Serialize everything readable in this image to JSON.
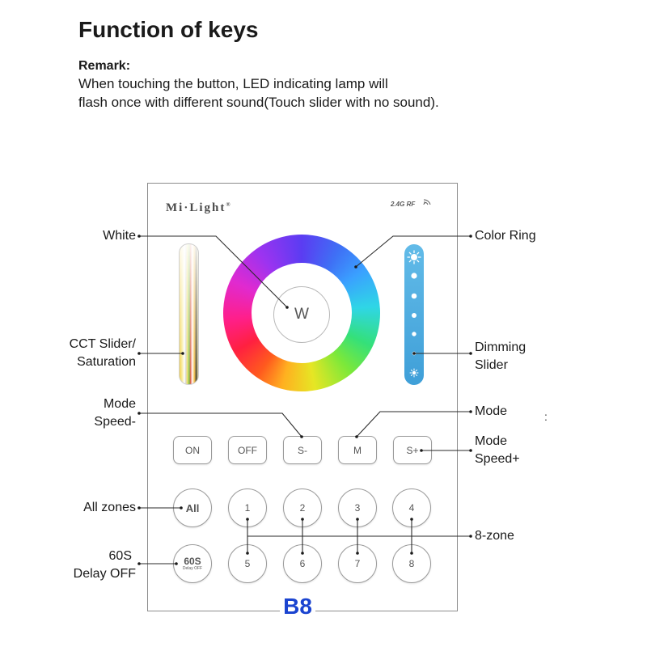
{
  "heading": {
    "title": "Function of keys",
    "remark_label": "Remark:",
    "remark_lines": [
      "When touching the button, LED indicating lamp will",
      "flash once with different sound(Touch slider with no sound)."
    ]
  },
  "panel": {
    "brand": "Mi·Light",
    "brand_mark": "®",
    "rf_label": "2.4G RF",
    "rf_icon": "wifi-signal-icon",
    "white_key": "W",
    "model": "B8",
    "function_keys": [
      "ON",
      "OFF",
      "S-",
      "M",
      "S+"
    ],
    "zone_keys_top": [
      "All",
      "1",
      "2",
      "3",
      "4"
    ],
    "zone_keys_bottom": [
      "60S",
      "5",
      "6",
      "7",
      "8"
    ],
    "delay_key_caption": "Delay OFF",
    "dimming_icons": [
      "sun-icon",
      "small-sun-icon"
    ]
  },
  "callouts": {
    "white": "White",
    "color_ring": "Color Ring",
    "cct": [
      "CCT Slider/",
      "Saturation"
    ],
    "dimming": [
      "Dimming",
      "Slider"
    ],
    "mode_speed_minus": [
      "Mode",
      "Speed-"
    ],
    "mode": "Mode",
    "mode_speed_plus": [
      "Mode",
      "Speed+"
    ],
    "all_zones": "All zones",
    "eight_zone": "8-zone",
    "delay": [
      "60S",
      "Delay OFF"
    ],
    "stray_mark": ":"
  },
  "colors": {
    "dimming_slider": "#3f9fd8",
    "model_label": "#1b44d0",
    "panel_border": "#8c8c8c",
    "text": "#1a1a1a"
  }
}
